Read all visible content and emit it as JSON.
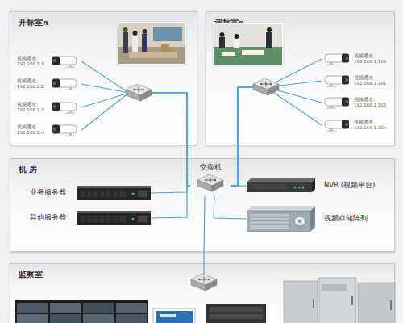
{
  "diagram": {
    "nodes": [
      {
        "text": [
          "开标室n"
        ]
      },
      {
        "text": [
          "视频通道: 192.168.1.1"
        ],
        "in": 0
      },
      {
        "text": [
          "视频通道: 192.168.1.2"
        ],
        "in": 0
      },
      {
        "text": [
          "视频通道: 192.168.1.3"
        ],
        "in": 0
      },
      {
        "text": [
          "视频通道: 192.168.1.n"
        ],
        "in": 0
      },
      {
        "text": [
          "评标室n"
        ]
      },
      {
        "text": [
          "视频通道: 192.168.1.100"
        ],
        "in": 5
      },
      {
        "text": [
          "视频通道: 192.168.1.101"
        ],
        "in": 5
      },
      {
        "text": [
          "视频通道: 192.168.1.102"
        ],
        "in": 5
      },
      {
        "text": [
          "视频通道: 192.168.1.10n"
        ],
        "in": 5
      },
      {
        "text": [
          "机 房"
        ]
      },
      {
        "text": [
          "交换机"
        ],
        "in": 10
      },
      {
        "text": [
          "业务服务器"
        ],
        "in": 10
      },
      {
        "text": [
          "其他服务器"
        ],
        "in": 10
      },
      {
        "text": [
          "NVR (视频平台)"
        ],
        "in": 10
      },
      {
        "text": [
          "视频存储阵列"
        ],
        "in": 10
      },
      {
        "text": [
          "监察室"
        ]
      }
    ],
    "edges": [
      {
        "from": 1,
        "to": 11,
        "arrow": "none"
      },
      {
        "from": 2,
        "to": 11,
        "arrow": "none"
      },
      {
        "from": 3,
        "to": 11,
        "arrow": "none"
      },
      {
        "from": 4,
        "to": 11,
        "arrow": "none"
      },
      {
        "from": 6,
        "to": 11,
        "arrow": "none"
      },
      {
        "from": 7,
        "to": 11,
        "arrow": "none"
      },
      {
        "from": 8,
        "to": 11,
        "arrow": "none"
      },
      {
        "from": 9,
        "to": 11,
        "arrow": "none"
      },
      {
        "from": 12,
        "to": 11,
        "arrow": "none"
      },
      {
        "from": 13,
        "to": 11,
        "arrow": "none"
      },
      {
        "from": 14,
        "to": 11,
        "arrow": "none"
      },
      {
        "from": 15,
        "to": 11,
        "arrow": "none"
      },
      {
        "from": 11,
        "to": 16,
        "arrow": "none"
      }
    ]
  }
}
